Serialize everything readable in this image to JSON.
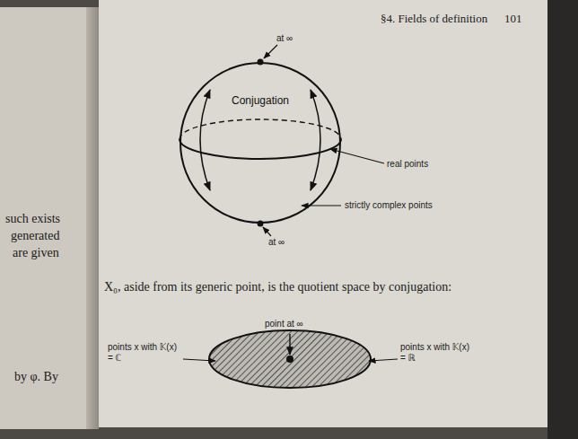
{
  "diagram": {
    "nodes": [
      {
        "text": [
          "Conjugation"
        ]
      }
    ],
    "labels": [
      "§4. Fields of definition",
      "101",
      "such exists",
      "generated",
      "are given",
      "at ∞",
      "real points",
      "strictly complex points",
      "at ∞",
      "X₀, aside from its generic point, is the quotient space by conjugation:",
      "point at ∞",
      "points x with 𝕂(x) = ℂ",
      "points x with 𝕂(x) = ℝ",
      "by φ. By"
    ]
  }
}
